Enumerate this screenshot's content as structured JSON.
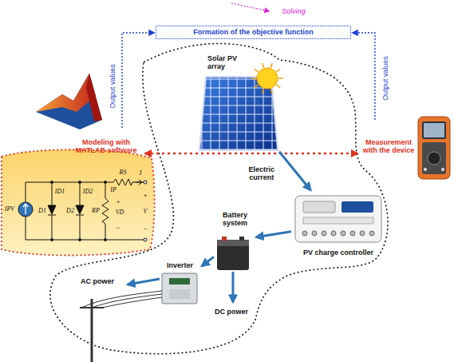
{
  "diagram": {
    "nodes": [
      {
        "text": [
          "Formation of the objective function"
        ]
      },
      {
        "text": [
          "Solar PV array"
        ]
      },
      {
        "text": [
          "PV charge controller"
        ]
      },
      {
        "text": [
          "Battery system"
        ]
      },
      {
        "text": [
          "Inverter"
        ]
      }
    ],
    "edges": [
      {
        "from": 1,
        "to": 2,
        "arrow": "to",
        "label": "Electric current"
      },
      {
        "from": 2,
        "to": 3,
        "arrow": "to"
      },
      {
        "from": 3,
        "to": 4,
        "arrow": "to"
      }
    ],
    "labels": [
      "Solving",
      "Output values",
      "Output values",
      "Modeling with MATLAB software",
      "Measurement with the device",
      "AC power",
      "DC power",
      "IPV",
      "ID1",
      "ID2",
      "IP",
      "RS",
      "I",
      "+",
      "+",
      "VD",
      "V",
      "D1",
      "D2",
      "RP",
      "−",
      "−"
    ]
  }
}
